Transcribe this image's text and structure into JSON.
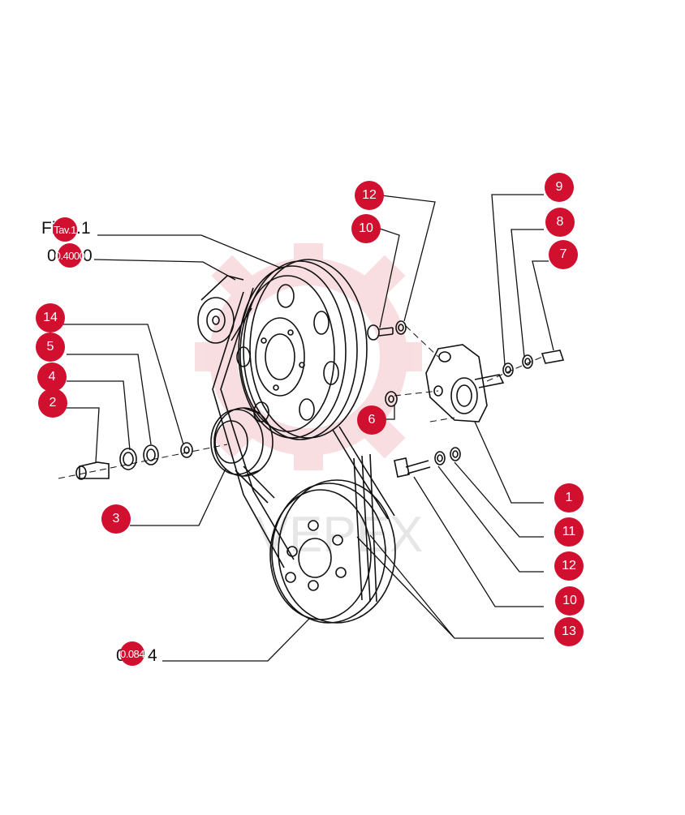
{
  "colors": {
    "badge": "#d0102e",
    "line": "#111111",
    "watermark": "#f3c4c8"
  },
  "watermark_text": "VEPEX",
  "labels": {
    "fig_text": "Fi",
    "fig_text_tail": ".1",
    "fig_badge": "Tav.1",
    "code_text": "0",
    "code_text_tail": "0",
    "code_badge": "0.4000",
    "pulley_text": "0",
    "pulley_text_tail": "4",
    "pulley_badge": "0.084"
  },
  "callouts": [
    {
      "id": "c-12a",
      "number": "12"
    },
    {
      "id": "c-10a",
      "number": "10"
    },
    {
      "id": "c-9",
      "number": "9"
    },
    {
      "id": "c-8",
      "number": "8"
    },
    {
      "id": "c-7",
      "number": "7"
    },
    {
      "id": "c-14",
      "number": "14"
    },
    {
      "id": "c-5",
      "number": "5"
    },
    {
      "id": "c-4",
      "number": "4"
    },
    {
      "id": "c-2",
      "number": "2"
    },
    {
      "id": "c-6",
      "number": "6"
    },
    {
      "id": "c-3",
      "number": "3"
    },
    {
      "id": "c-1",
      "number": "1"
    },
    {
      "id": "c-11",
      "number": "11"
    },
    {
      "id": "c-12b",
      "number": "12"
    },
    {
      "id": "c-10b",
      "number": "10"
    },
    {
      "id": "c-13",
      "number": "13"
    }
  ]
}
